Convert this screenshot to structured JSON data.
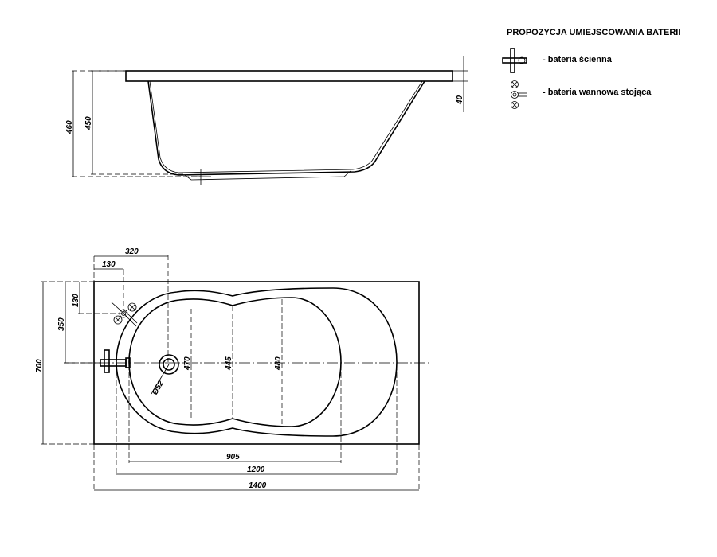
{
  "legend": {
    "title": "PROPOZYCJA UMIEJSCOWANIA BATERII",
    "wall_label": "- bateria  ścienna",
    "standing_label": "- bateria wannowa  stojąca",
    "wall_icon": "wall-faucet-icon",
    "standing_icon": "standing-faucet-icon"
  },
  "side_view": {
    "height_total": "460",
    "height_inner": "450",
    "rim": "40"
  },
  "top_view": {
    "width_overall": "1400",
    "length_inner": "1200",
    "length_basin": "905",
    "height_overall": "700",
    "half_height": "350",
    "faucet_offset_y": "130",
    "faucet_offset_x_small": "130",
    "faucet_offset_x_large": "320",
    "drain_diameter": "Ø52",
    "width_470": "470",
    "width_445": "445",
    "width_480": "480"
  }
}
